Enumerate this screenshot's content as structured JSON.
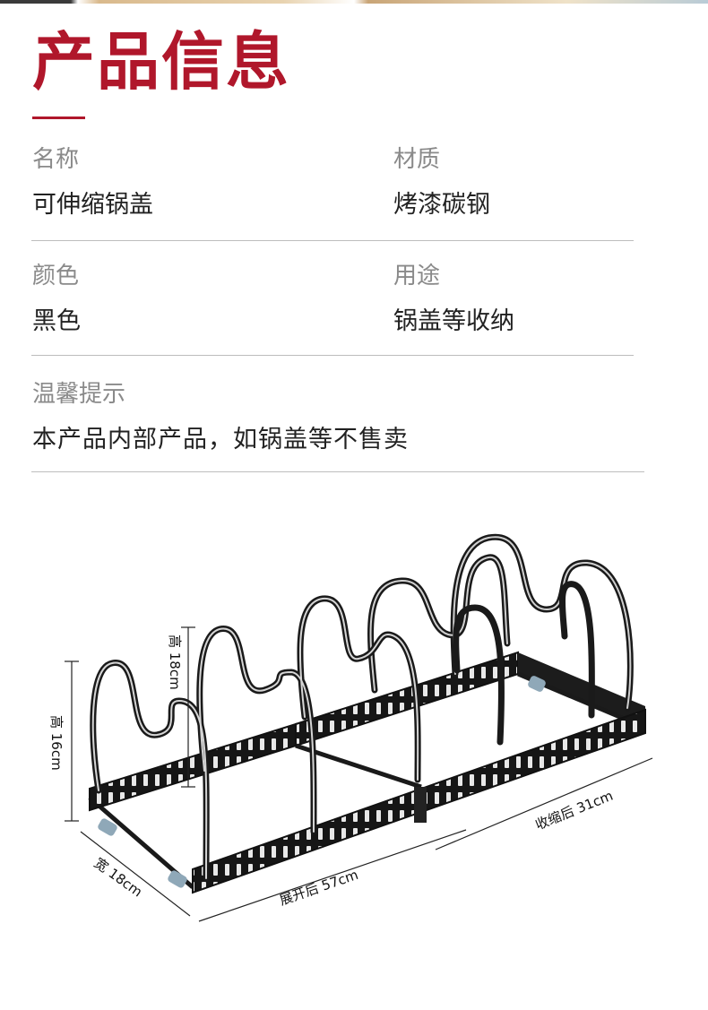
{
  "page": {
    "title": "产品信息"
  },
  "info": {
    "name_label": "名称",
    "name_value": "可伸缩锅盖",
    "material_label": "材质",
    "material_value": "烤漆碳钢",
    "color_label": "颜色",
    "color_value": "黑色",
    "usage_label": "用途",
    "usage_value": "锅盖等收纳",
    "tips_label": "温馨提示",
    "tips_value": "本产品内部产品，如锅盖等不售卖"
  },
  "dimensions": {
    "height_large": "高 18cm",
    "height_small": "高 16cm",
    "width": "宽 18cm",
    "extended_length": "展开后 57cm",
    "retracted_length": "收缩后 31cm"
  },
  "colors": {
    "accent": "#b0172b",
    "label": "#8a8a8a",
    "value": "#222222",
    "divider": "#bdbdbd"
  }
}
